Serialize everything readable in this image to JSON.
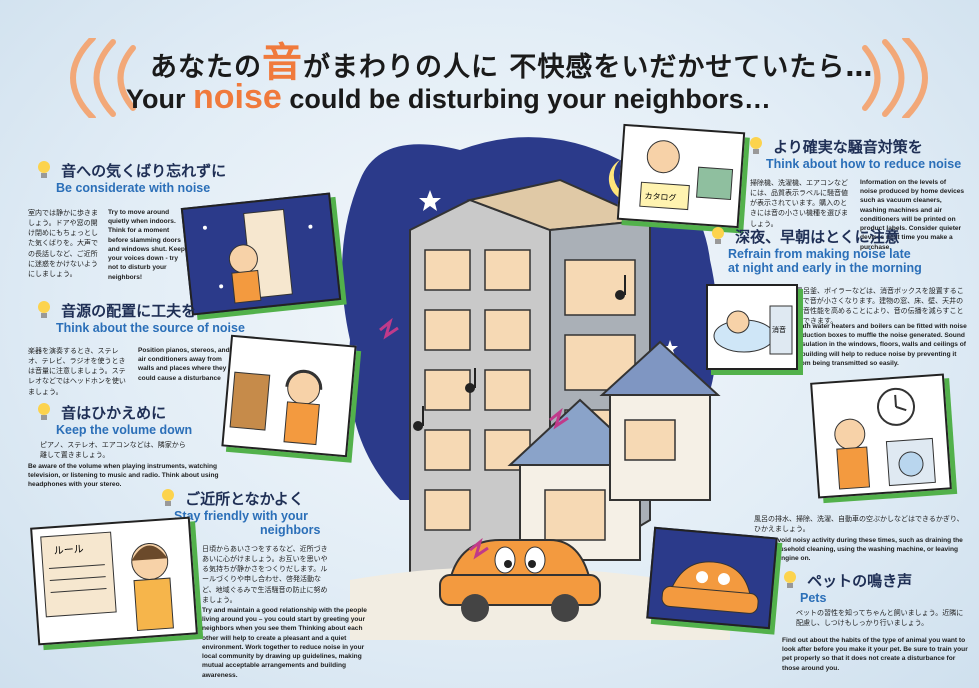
{
  "header": {
    "title_jp_pre": "あなたの",
    "title_jp_accent": "音",
    "title_jp_post": "がまわりの人に 不快感をいだかせていたら…",
    "title_en_pre": "Your ",
    "title_en_accent": "noise",
    "title_en_post": " could be disturbing your neighbors…"
  },
  "sections": {
    "considerate": {
      "jp": "音への気くばり忘れずに",
      "en": "Be considerate with noise",
      "body_jp": "室内では静かに歩きましょう。ドアや窓の開け閉めにもちょっとした気くばりを。大声での長話しなど、ご近所に迷惑をかけないようにしましょう。",
      "body_en": "Try to move around quietly when indoors. Think for a moment before slamming doors and windows shut. Keep your voices down - try not to disturb your neighbors!"
    },
    "source": {
      "jp": "音源の配置に工夫を",
      "en": "Think about the source of noise",
      "body_jp": "楽器を演奏するとき、ステレオ、テレビ、ラジオを使うときは音量に注意しましょう。ステレオなどではヘッドホンを使いましょう。",
      "body_en": "Position pianos, stereos, and air conditioners away from walls and places where they could cause a disturbance"
    },
    "volume": {
      "jp": "音はひかえめに",
      "en": "Keep the volume down",
      "body_jp": "ピアノ、ステレオ、エアコンなどは、隣家から離して置きましょう。",
      "body_en": "Be aware of the volume when playing instruments, watching television, or listening to music and radio. Think about using headphones with your stereo."
    },
    "friendly": {
      "jp": "ご近所となかよく",
      "en_line1": "Stay friendly with your",
      "en_line2": "neighbors",
      "body_jp": "日頃からあいさつをするなど、近所づきあいに心がけましょう。お互いを思いやる気持ちが静かさをつくりだします。ルールづくりや申し合わせ、啓発活動など、地域ぐるみで生活騒音の防止に努めましょう。",
      "body_en": "Try and maintain a good relationship with the people living around you – you could start by greeting your neighbors when you see them Thinking about each other will help to create a pleasant and a quiet environment. Work together to reduce noise in your local community by drawing up guidelines, making mutual acceptable arrangements and building awareness."
    },
    "reduce": {
      "jp": "より確実な騒音対策を",
      "en": "Think about how to reduce noise",
      "body_jp": "掃除機、洗濯機、エアコンなどには、品質表示ラベルに騒音値が表示されています。購入のときには音の小さい機種を選びましょう。",
      "body_en": "Information on the levels of noise produced by home devices such as vacuum cleaners, washing machines and air conditioners will be printed on product labels. Consider quieter devices next time you make a purchase."
    },
    "night": {
      "jp": "深夜、早朝はとくに注意",
      "en_line1": "Refrain from making noise late",
      "en_line2": "at night and early in the morning",
      "body_jp": "風呂釜、ボイラーなどは、消音ボックスを設置することで音が小さくなります。建物の窓、床、壁、天井の遮音性能を高めることにより、音の伝播を減らすことができます。",
      "body_en": "Bath water heaters and boilers can be fitted with noise reduction boxes to muffle the noise generated. Sound insulation in the windows, floors, walls and ceilings of a building will help to reduce noise by preventing it from being transmitted so easily."
    },
    "activity": {
      "body_jp": "風呂の排水、掃除、洗濯、自動車の空ぶかしなどはできるかぎり、ひかえましょう。",
      "body_en": "Try to avoid noisy activity during these times, such as draining the bath, household cleaning, using the washing machine, or leaving the car engine on."
    },
    "pets": {
      "jp": "ペットの鳴き声",
      "en": "Pets",
      "body_jp": "ペットの習性を知ってちゃんと飼いましょう。近隣に配慮し、しつけもしっかり行いましょう。",
      "body_en": "Find out about the habits of the type of animal you want to look after before you make it your pet. Be sure to train your pet properly so that it does not create a disturbance for those around you."
    }
  },
  "illustrations": {
    "rules_sign": "ルール",
    "label_sign": "カタログ",
    "box_label": "消音"
  },
  "colors": {
    "accent_orange": "#f07a3c",
    "heading_blue": "#2b6fb8",
    "panel_shadow_green": "#52b14b",
    "night_sky": "#2b3a8a"
  }
}
